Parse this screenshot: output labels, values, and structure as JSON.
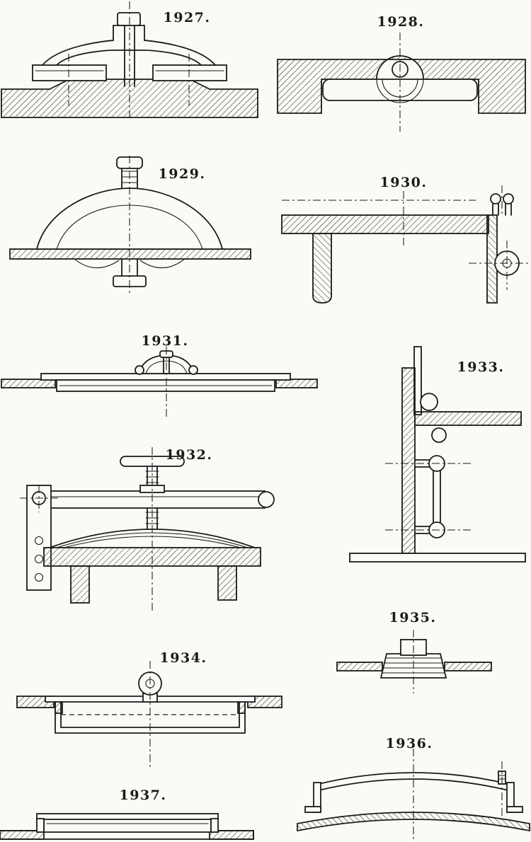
{
  "page": {
    "background": "#fbfaf6",
    "ink": "#1b1b1b",
    "kind": "engineering-plate-of-manhole-and-cover-sections"
  },
  "figures": [
    {
      "number": "1927",
      "label": "1927."
    },
    {
      "number": "1928",
      "label": "1928."
    },
    {
      "number": "1929",
      "label": "1929."
    },
    {
      "number": "1930",
      "label": "1930."
    },
    {
      "number": "1931",
      "label": "1931."
    },
    {
      "number": "1932",
      "label": "1932."
    },
    {
      "number": "1933",
      "label": "1933."
    },
    {
      "number": "1934",
      "label": "1934."
    },
    {
      "number": "1935",
      "label": "1935."
    },
    {
      "number": "1936",
      "label": "1936."
    },
    {
      "number": "1937",
      "label": "1937."
    }
  ]
}
